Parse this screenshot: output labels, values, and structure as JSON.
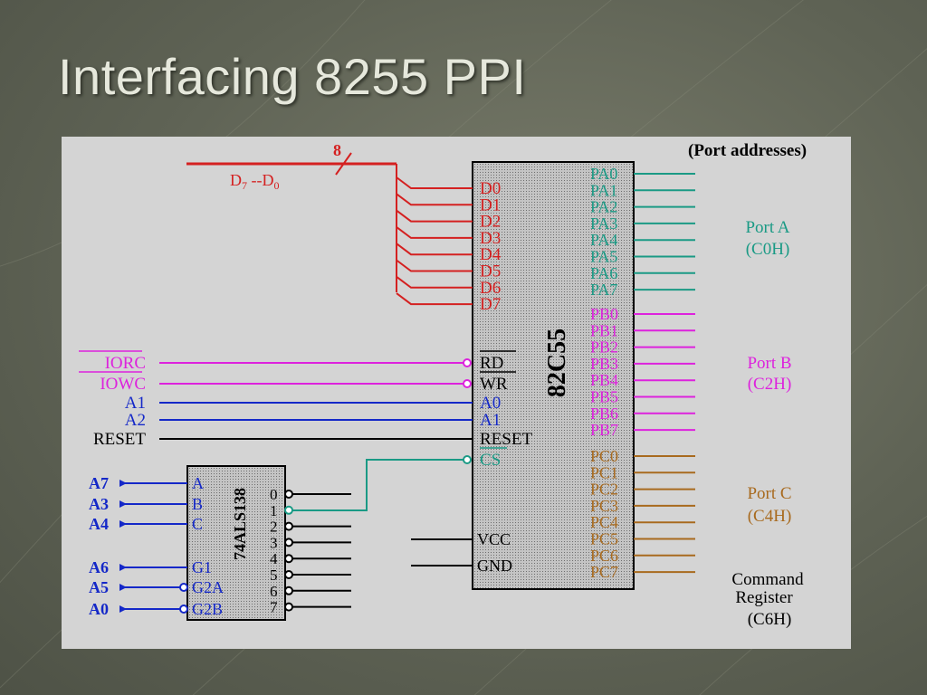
{
  "slide": {
    "title": "Interfacing 8255 PPI"
  },
  "colors": {
    "red": "#d42020",
    "teal": "#1a9a85",
    "magenta": "#dd22dd",
    "blue": "#1428c8",
    "brown": "#a86a1e",
    "black": "#000000",
    "chip_fill": "#a8a8a8",
    "panel_bg": "#d4d4d4"
  },
  "diagram": {
    "port_addresses_header": "(Port   addresses)",
    "bus_width": "8",
    "bus_label_main": "D",
    "bus_sub_hi": "7",
    "bus_label_mid": " --D",
    "bus_sub_lo": "0",
    "ppi_chip": {
      "name": "82C55",
      "data_pins": [
        "D0",
        "D1",
        "D2",
        "D3",
        "D4",
        "D5",
        "D6",
        "D7"
      ],
      "control_pins": [
        "RD",
        "WR",
        "A0",
        "A1",
        "RESET",
        "CS"
      ],
      "power_pins": [
        "VCC",
        "GND"
      ],
      "port_a_pins": [
        "PA0",
        "PA1",
        "PA2",
        "PA3",
        "PA4",
        "PA5",
        "PA6",
        "PA7"
      ],
      "port_b_pins": [
        "PB0",
        "PB1",
        "PB2",
        "PB3",
        "PB4",
        "PB5",
        "PB6",
        "PB7"
      ],
      "port_c_pins": [
        "PC0",
        "PC1",
        "PC2",
        "PC3",
        "PC4",
        "PC5",
        "PC6",
        "PC7"
      ]
    },
    "left_signals": [
      "IORC",
      "IOWC",
      "A1",
      "A2",
      "RESET"
    ],
    "decoder_chip": {
      "name": "74ALS138",
      "input_signals": [
        "A7",
        "A3",
        "A4",
        "A6",
        "A5",
        "A0"
      ],
      "input_pins": [
        "A",
        "B",
        "C",
        "G1",
        "G2A",
        "G2B"
      ],
      "outputs": [
        "0",
        "1",
        "2",
        "3",
        "4",
        "5",
        "6",
        "7"
      ]
    },
    "port_labels": {
      "port_a": "Port  A",
      "port_a_addr": "(C0H)",
      "port_b": "Port B",
      "port_b_addr": "(C2H)",
      "port_c": "Port  C",
      "port_c_addr": "(C4H)",
      "command_line1": "Command",
      "command_line2": "Register",
      "command_addr": "(C6H)"
    }
  }
}
